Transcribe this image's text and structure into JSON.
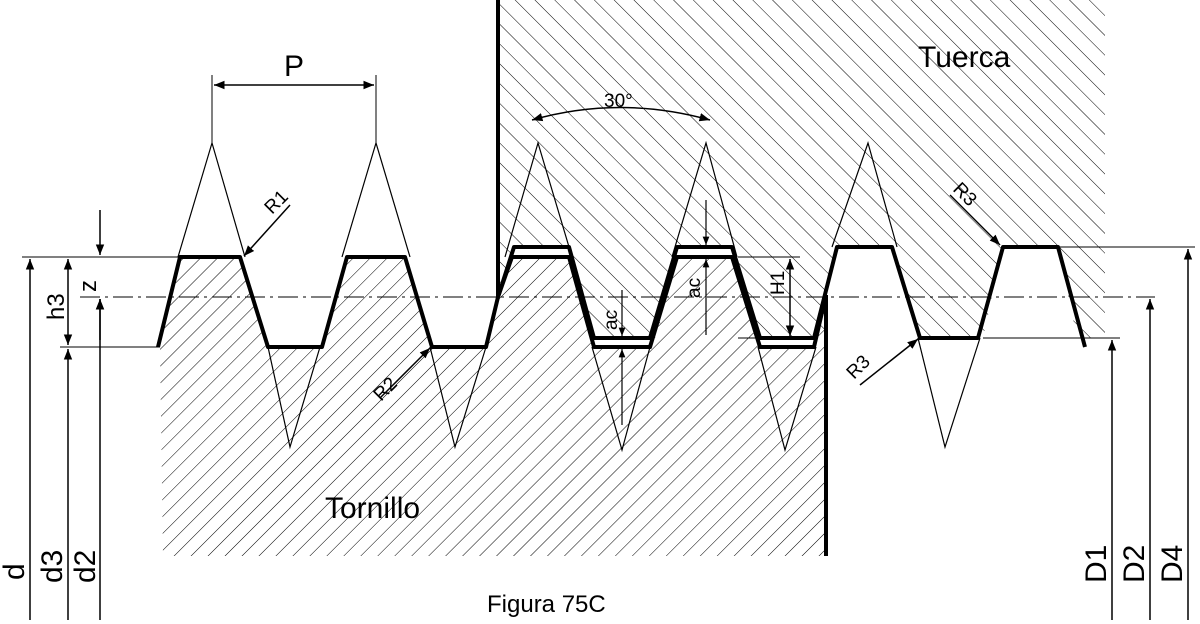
{
  "labels": {
    "nut": "Tuerca",
    "screw": "Tornillo",
    "pitch": "P",
    "angle": "30°",
    "r1": "R1",
    "r2": "R2",
    "r3_top": "R3",
    "r3_bottom": "R3",
    "z": "z",
    "h3": "h3",
    "h1": "H1",
    "ac_left": "ac",
    "ac_right": "ac",
    "d": "d",
    "d3": "d3",
    "d2": "d2",
    "D1": "D1",
    "D2": "D2",
    "D4": "D4",
    "caption": "Figura 75C"
  }
}
